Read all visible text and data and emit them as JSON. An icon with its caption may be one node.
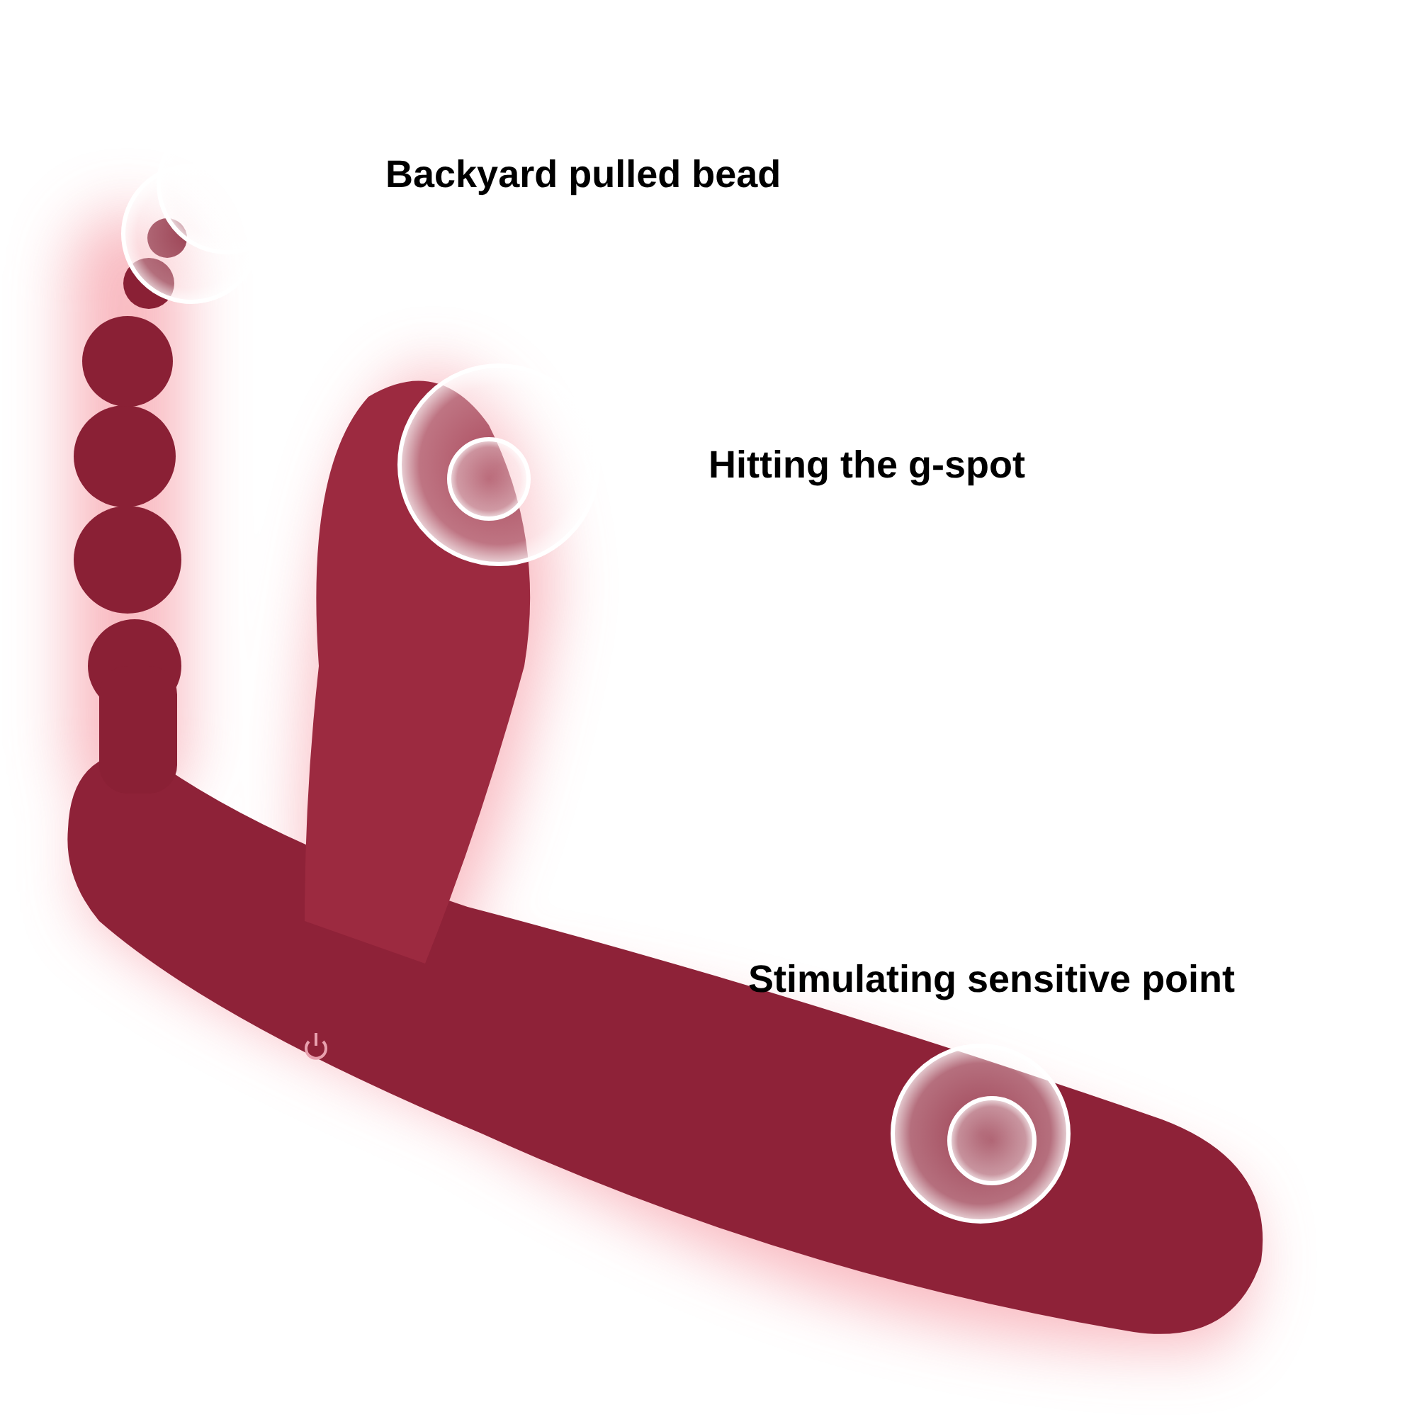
{
  "diagram": {
    "labels": [
      "Backyard pulled bead",
      "Hitting the g-spot",
      "Stimulating sensitive point"
    ]
  }
}
